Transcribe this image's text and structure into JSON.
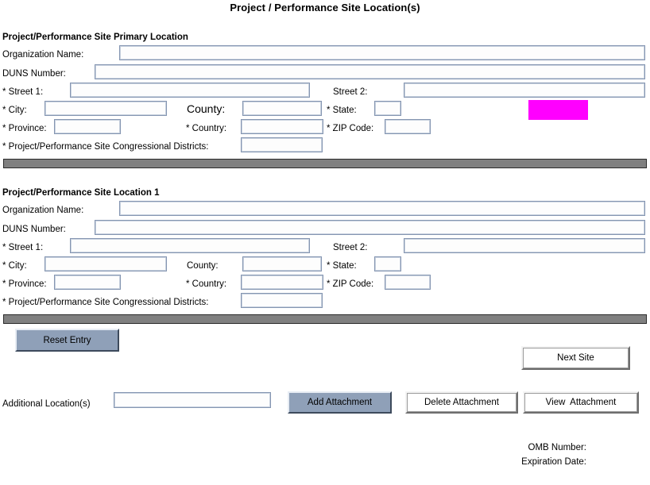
{
  "page": {
    "title": "Project / Performance Site Location(s)"
  },
  "sections": [
    {
      "heading": "Project/Performance Site Primary Location",
      "labels": {
        "organization_name": "Organization Name:",
        "duns_number": "DUNS Number:",
        "street1": "* Street 1:",
        "street2": "Street 2:",
        "city": "* City:",
        "county": "County:",
        "state": "* State:",
        "province": "* Province:",
        "country": "* Country:",
        "zip_code": "* ZIP Code:",
        "congressional_districts": "* Project/Performance Site Congressional Districts:"
      },
      "values": {
        "organization_name": "",
        "duns_number": "",
        "street1": "",
        "street2": "",
        "city": "",
        "county": "",
        "state": "",
        "province": "",
        "country": "",
        "zip_code": "",
        "congressional_districts": ""
      }
    },
    {
      "heading": "Project/Performance Site Location 1",
      "labels": {
        "organization_name": "Organization Name:",
        "duns_number": "DUNS Number:",
        "street1": "* Street 1:",
        "street2": "Street 2:",
        "city": "* City:",
        "county": "County:",
        "state": "* State:",
        "province": "* Province:",
        "country": "* Country:",
        "zip_code": "* ZIP Code:",
        "congressional_districts": "* Project/Performance Site Congressional Districts:"
      },
      "values": {
        "organization_name": "",
        "duns_number": "",
        "street1": "",
        "street2": "",
        "city": "",
        "county": "",
        "state": "",
        "province": "",
        "country": "",
        "zip_code": "",
        "congressional_districts": ""
      }
    }
  ],
  "buttons": {
    "reset_entry": "Reset Entry",
    "next_site": "Next Site",
    "add_attachment": "Add Attachment",
    "delete_attachment": "Delete Attachment",
    "view_attachment": "View  Attachment"
  },
  "attachments": {
    "additional_locations_label": "Additional Location(s)",
    "additional_locations_value": ""
  },
  "footer": {
    "omb_number_label": "OMB Number:",
    "omb_number_value": "",
    "expiration_date_label": "Expiration Date:",
    "expiration_date_value": ""
  },
  "colors": {
    "magenta_highlight": "#ff00ff",
    "separator_gray": "#808080",
    "button_blue": "#8fa0b8",
    "field_border": "#8495b1"
  }
}
